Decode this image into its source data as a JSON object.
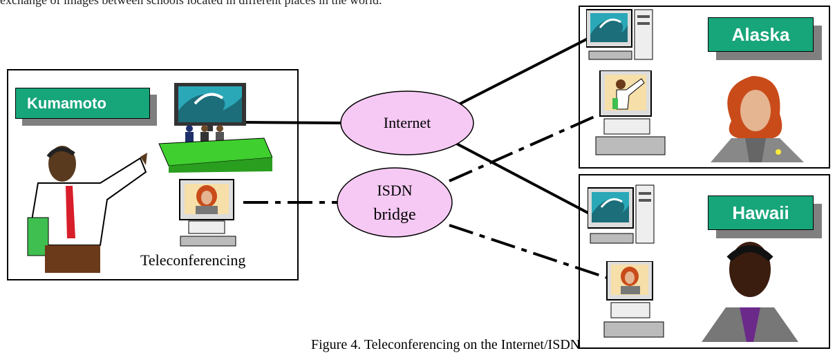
{
  "header_text": "exchange of images between schools located in different places in the world.",
  "sites": {
    "kumamoto": {
      "label": "Kumamoto",
      "caption": "Teleconferencing"
    },
    "alaska": {
      "label": "Alaska"
    },
    "hawaii": {
      "label": "Hawaii"
    }
  },
  "networks": {
    "internet": {
      "label": "Internet"
    },
    "isdn": {
      "line1": "ISDN",
      "line2": "bridge"
    }
  },
  "figure_caption": "Figure 4. Teleconferencing on the Internet/ISDN",
  "colors": {
    "label_fill": "#17a57a",
    "label_shadow": "#7f7f7f",
    "oval_fill": "#f5c9f3",
    "monitor_sea": "#2aa8b8",
    "desk_green": "#3fcf2f"
  },
  "icons": [
    "computer-wave-icon",
    "computer-presenter-icon",
    "computer-woman-icon",
    "meeting-room-icon",
    "presenter-man-icon",
    "woman-portrait-icon",
    "man-portrait-icon"
  ]
}
